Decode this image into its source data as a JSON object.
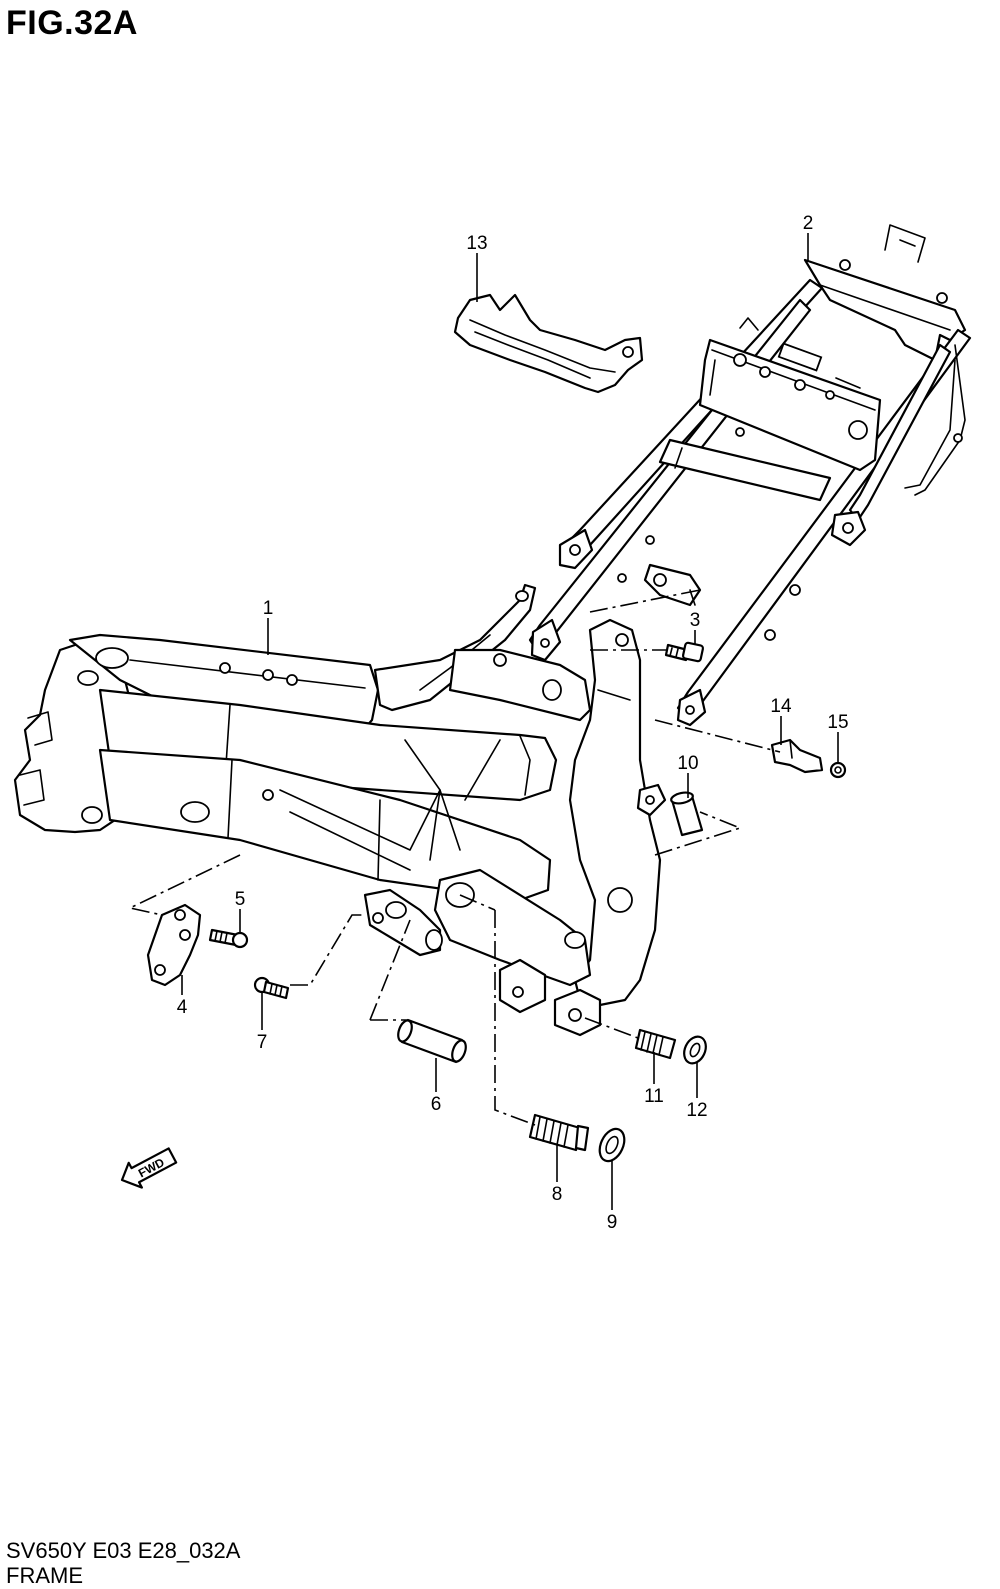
{
  "header": {
    "figure_title": "FIG.32A"
  },
  "footer": {
    "model_code": "SV650Y E03 E28_032A",
    "section_name": "FRAME"
  },
  "direction_marker": {
    "label": "FWD",
    "icon": "fwd-arrow-icon"
  },
  "callouts": [
    {
      "id": "1",
      "label": "1"
    },
    {
      "id": "2",
      "label": "2"
    },
    {
      "id": "3",
      "label": "3"
    },
    {
      "id": "4",
      "label": "4"
    },
    {
      "id": "5",
      "label": "5"
    },
    {
      "id": "6",
      "label": "6"
    },
    {
      "id": "7",
      "label": "7"
    },
    {
      "id": "8",
      "label": "8"
    },
    {
      "id": "9",
      "label": "9"
    },
    {
      "id": "10",
      "label": "10"
    },
    {
      "id": "11",
      "label": "11"
    },
    {
      "id": "12",
      "label": "12"
    },
    {
      "id": "13",
      "label": "13"
    },
    {
      "id": "14",
      "label": "14"
    },
    {
      "id": "15",
      "label": "15"
    }
  ]
}
